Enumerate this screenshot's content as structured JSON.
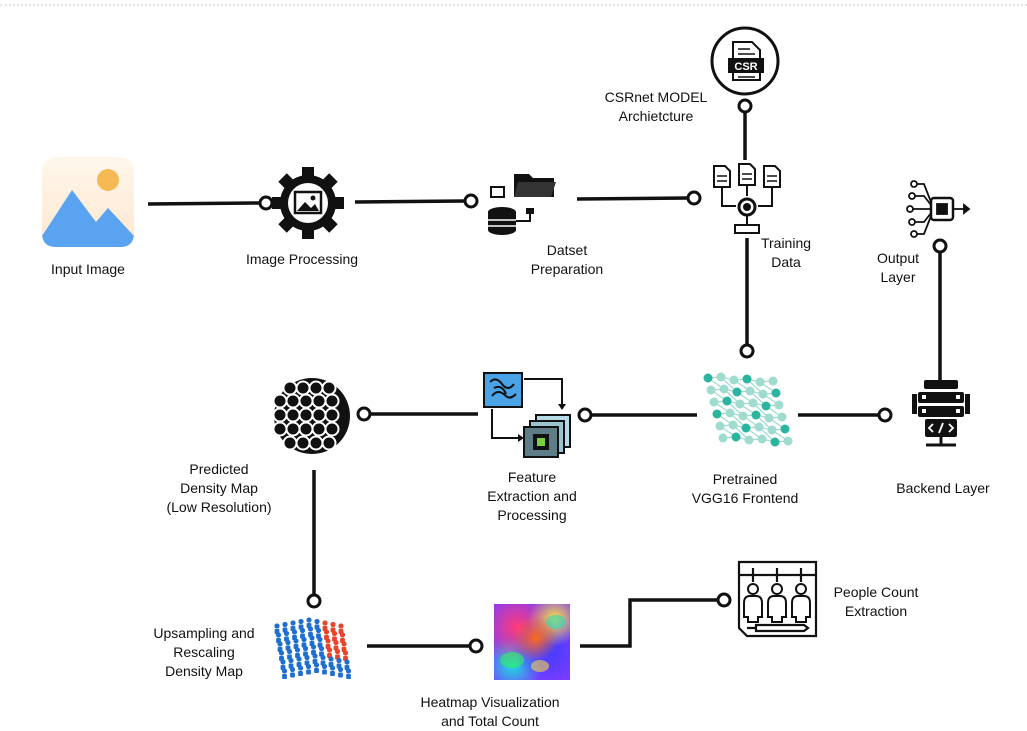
{
  "diagram": {
    "nodes": {
      "input_image": {
        "lines": [
          "Input Image"
        ]
      },
      "image_processing": {
        "lines": [
          "Image Processing"
        ]
      },
      "dataset_preparation": {
        "lines": [
          "Datset",
          "Preparation"
        ]
      },
      "csrnet_model": {
        "lines": [
          "CSRnet MODEL",
          "Archietcture"
        ],
        "icon_text": "CSR"
      },
      "training_data": {
        "lines": [
          "Training",
          "Data"
        ]
      },
      "output_layer": {
        "lines": [
          "Output",
          "Layer"
        ]
      },
      "predicted_density": {
        "lines": [
          "Predicted",
          "Density Map",
          "(Low Resolution)"
        ]
      },
      "feature_extraction": {
        "lines": [
          "Feature",
          "Extraction and",
          "Processing"
        ]
      },
      "pretrained_vgg16": {
        "lines": [
          "Pretrained",
          "VGG16 Frontend"
        ]
      },
      "backend_layer": {
        "lines": [
          "Backend Layer"
        ]
      },
      "upsampling": {
        "lines": [
          "Upsampling and",
          "Rescaling",
          "Density Map"
        ]
      },
      "heatmap": {
        "lines": [
          "Heatmap Visualization",
          "and Total Count"
        ]
      },
      "people_count": {
        "lines": [
          "People Count",
          "Extraction"
        ]
      }
    },
    "colors": {
      "connector": "#111111",
      "image_sky": "#fdecd6",
      "image_sun": "#f7b955",
      "image_mountain": "#5aa3f0",
      "vgg_teal": "#2bb5a0",
      "vgg_light": "#9fdccf",
      "feature_blue": "#4aa3e6",
      "upsample_blue": "#1f6fd1",
      "upsample_red": "#e8452c"
    }
  }
}
